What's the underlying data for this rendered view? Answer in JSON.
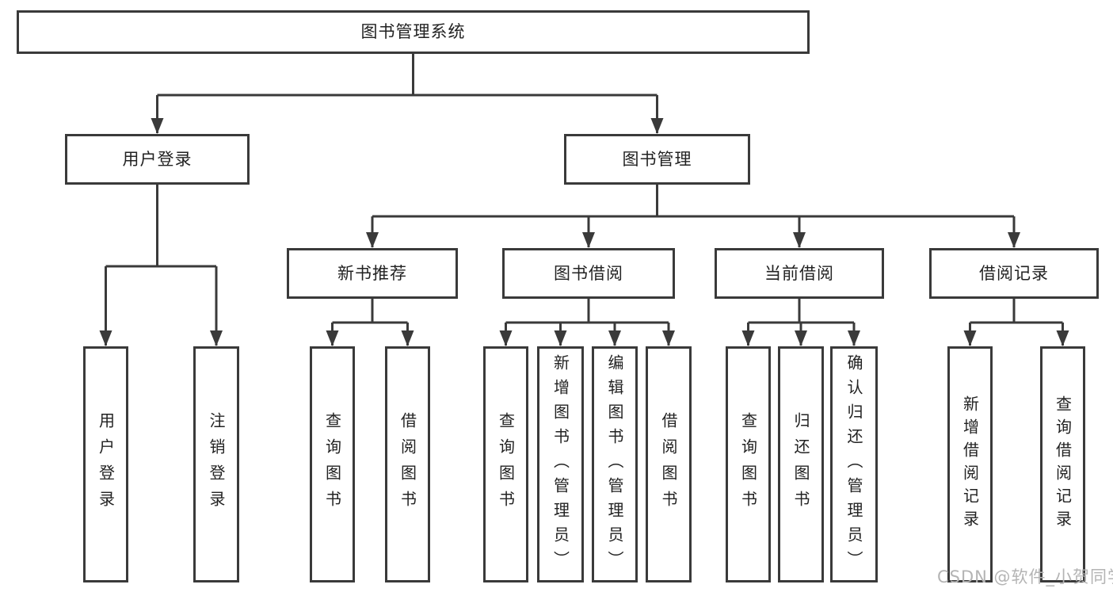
{
  "diagram": {
    "tree": {
      "label": "图书管理系统",
      "children": [
        {
          "label": "用户登录",
          "children": [
            {
              "label": "用户登录"
            },
            {
              "label": "注销登录"
            }
          ]
        },
        {
          "label": "图书管理",
          "children": [
            {
              "label": "新书推荐",
              "children": [
                {
                  "label": "查询图书"
                },
                {
                  "label": "借阅图书"
                }
              ]
            },
            {
              "label": "图书借阅",
              "children": [
                {
                  "label": "查询图书"
                },
                {
                  "label": "新增图书（管理员）"
                },
                {
                  "label": "编辑图书（管理员）"
                },
                {
                  "label": "借阅图书"
                }
              ]
            },
            {
              "label": "当前借阅",
              "children": [
                {
                  "label": "查询图书"
                },
                {
                  "label": "归还图书"
                },
                {
                  "label": "确认归还（管理员）"
                }
              ]
            },
            {
              "label": "借阅记录",
              "children": [
                {
                  "label": "新增借阅记录"
                },
                {
                  "label": "查询借阅记录"
                }
              ]
            }
          ]
        }
      ]
    },
    "watermark": {
      "text": "CSDN @软件_小贺同学"
    },
    "colors": {
      "line": "#3a3a3a",
      "box_border": "#3a3a3a",
      "box_background": "#ffffff",
      "text": "#222222",
      "watermark": "#b4b4b4",
      "background": "#ffffff"
    }
  }
}
